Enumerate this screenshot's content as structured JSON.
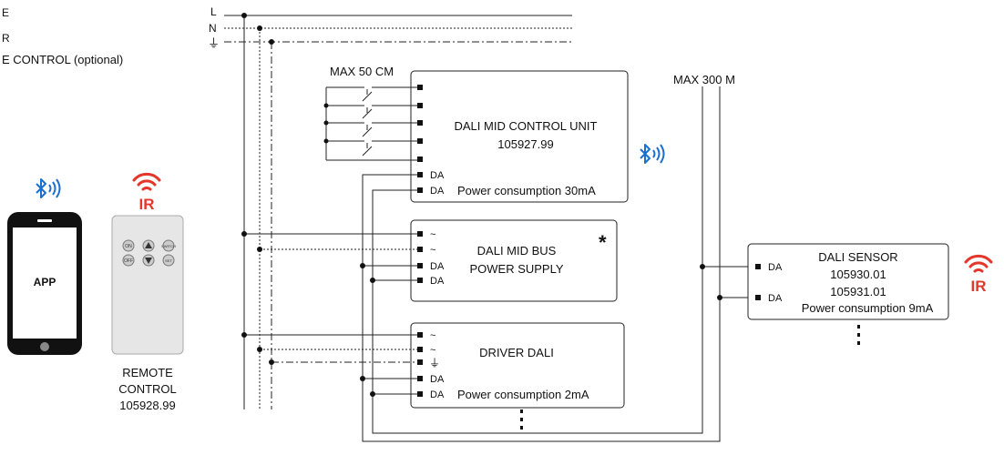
{
  "legend": {
    "line1": "E",
    "line2": "R",
    "line3": "E CONTROL (optional)"
  },
  "mains": {
    "l": "L",
    "n": "N",
    "earth": "⏚"
  },
  "control_unit": {
    "max_label": "MAX 50 CM",
    "title": "DALI MID CONTROL UNIT",
    "code": "105927.99",
    "da1": "DA",
    "da2": "DA",
    "power": "Power consumption 30mA"
  },
  "bus_power": {
    "title1": "DALI MID BUS",
    "title2": "POWER SUPPLY",
    "asterisk": "*",
    "tilde1": "~",
    "tilde2": "~",
    "da1": "DA",
    "da2": "DA"
  },
  "driver": {
    "title": "DRIVER DALI",
    "tilde1": "~",
    "tilde2": "~",
    "earth": "⏚",
    "da1": "DA",
    "da2": "DA",
    "power": "Power consumption 2mA"
  },
  "sensor": {
    "max_label": "MAX 300 M",
    "title": "DALI SENSOR",
    "code1": "105930.01",
    "code2": "105931.01",
    "da1": "DA",
    "da2": "DA",
    "power": "Power consumption 9mA"
  },
  "phone": {
    "app_label": "APP"
  },
  "remote": {
    "label1": "REMOTE",
    "label2": "CONTROL",
    "code": "105928.99",
    "btn_on": "ON",
    "btn_off": "OFF",
    "btn_switch": "SWITCH",
    "btn_set": "SET"
  },
  "ir": {
    "label": "IR"
  },
  "colors": {
    "bluetooth": "#1a6fd1",
    "ir": "#e3372c",
    "line": "#222222"
  }
}
